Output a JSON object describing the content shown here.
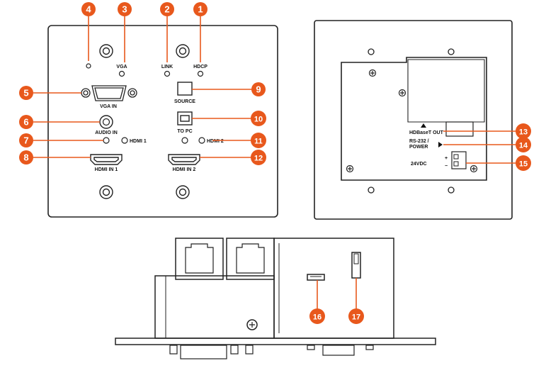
{
  "front_labels": {
    "vga": "VGA",
    "link": "LINK",
    "hdcp": "HDCP",
    "vga_in": "VGA IN",
    "source": "SOURCE",
    "audio_in": "AUDIO IN",
    "to_pc": "TO PC",
    "hdmi1": "HDMI 1",
    "hdmi2": "HDMI 2",
    "hdmi_in_1": "HDMI IN 1",
    "hdmi_in_2": "HDMI IN 2"
  },
  "rear_labels": {
    "hdbaset_out": "HDBaseT OUT",
    "rs232_power_1": "RS-232 /",
    "rs232_power_2": "POWER",
    "v24dc": "24VDC",
    "plus": "+",
    "minus": "−"
  },
  "callouts": [
    "1",
    "2",
    "3",
    "4",
    "5",
    "6",
    "7",
    "8",
    "9",
    "10",
    "11",
    "12",
    "13",
    "14",
    "15",
    "16",
    "17"
  ],
  "colors": {
    "callout": "#e8581c",
    "line": "#e8581c",
    "outline": "#222222",
    "panel_fill": "#ffffff"
  }
}
